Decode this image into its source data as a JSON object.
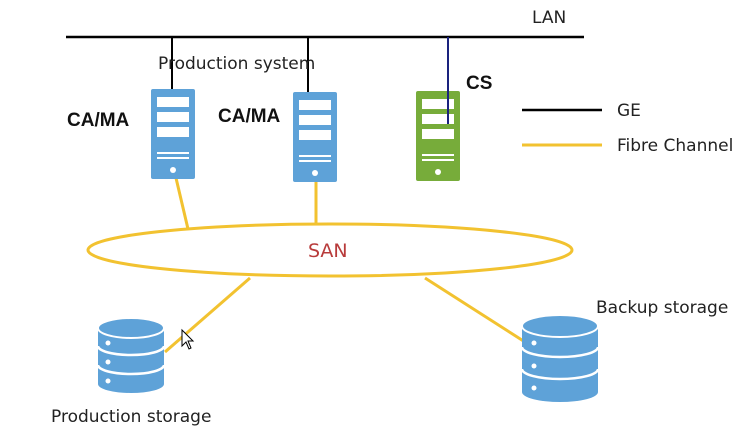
{
  "labels": {
    "lan": "LAN",
    "production_system": "Production system",
    "server1": "CA/MA",
    "server2": "CA/MA",
    "cs": "CS",
    "san": "SAN",
    "production_storage": "Production storage",
    "backup_storage": "Backup storage"
  },
  "legend": {
    "ge": "GE",
    "fibre_channel": "Fibre Channel"
  },
  "colors": {
    "ge_line": "#000000",
    "fc_line": "#f2c230",
    "server_blue": "#5ea2d8",
    "server_green": "#77ac3a",
    "storage_blue": "#5ea2d8",
    "san_text": "#b83b3b"
  },
  "icons": {
    "server": "server-icon",
    "storage": "database-icon",
    "cursor": "mouse-cursor-icon"
  }
}
